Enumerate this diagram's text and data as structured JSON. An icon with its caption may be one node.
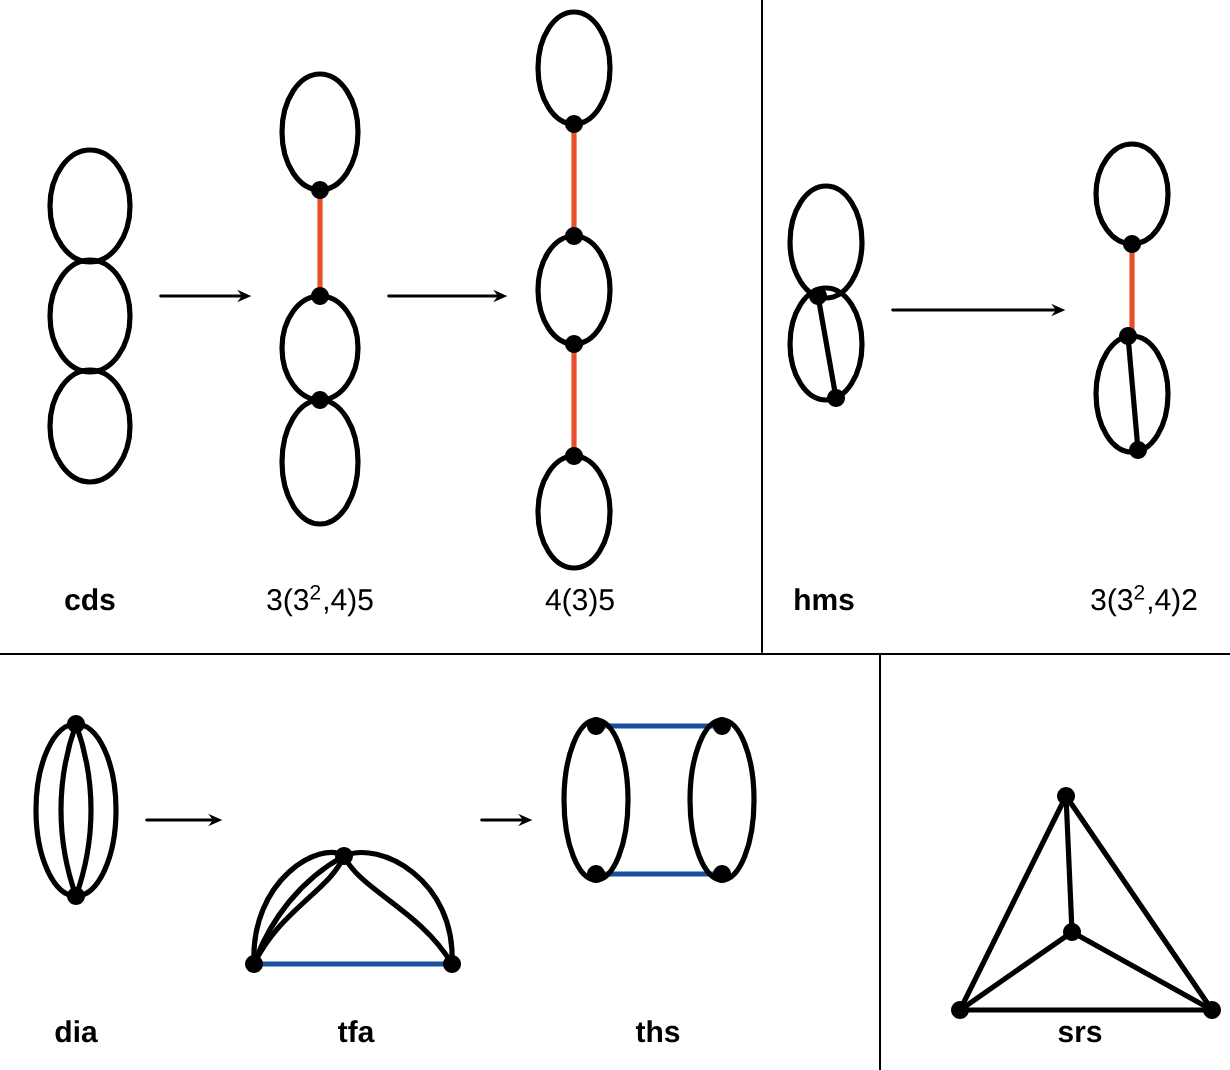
{
  "diagram": {
    "nodes": [
      {
        "text": [],
        "shape": "picture"
      },
      {
        "text": [],
        "shape": "picture"
      },
      {
        "text": [],
        "shape": "picture"
      },
      {
        "text": [],
        "shape": "picture"
      },
      {
        "text": [],
        "shape": "picture"
      },
      {
        "text": [],
        "shape": "picture"
      },
      {
        "text": [],
        "shape": "picture"
      },
      {
        "text": [],
        "shape": "picture"
      },
      {
        "text": [],
        "shape": "picture"
      }
    ],
    "labels": [
      "cds",
      "3(3$^{2}$,4)5",
      "4(3)5",
      "hms",
      "3(3$^{2}$,4)2",
      "dia",
      "tfa",
      "ths",
      "srs"
    ],
    "edges": [
      {
        "from": 0,
        "to": 1,
        "arrow": "to"
      },
      {
        "from": 1,
        "to": 2,
        "arrow": "to"
      },
      {
        "from": 3,
        "to": 4,
        "arrow": "to"
      },
      {
        "from": 5,
        "to": 6,
        "arrow": "to"
      },
      {
        "from": 6,
        "to": 7,
        "arrow": "to"
      }
    ]
  }
}
